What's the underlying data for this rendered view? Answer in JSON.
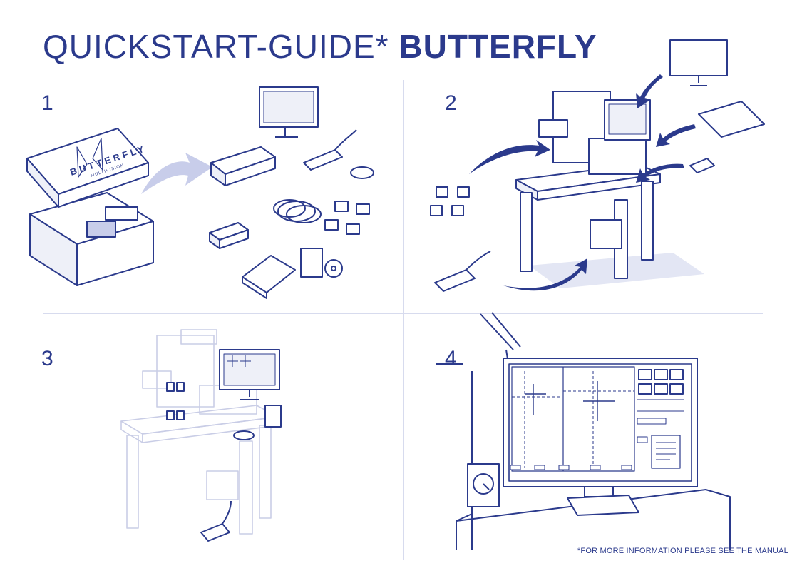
{
  "title": {
    "light": "QUICKSTART-GUIDE*",
    "bold": "BUTTERFLY"
  },
  "steps": [
    {
      "number": "1"
    },
    {
      "number": "2"
    },
    {
      "number": "3"
    },
    {
      "number": "4"
    }
  ],
  "box": {
    "brand": "BUTTERFLY",
    "sub": "MULTIVISION"
  },
  "footnote": "*FOR MORE INFORMATION PLEASE SEE THE MANUAL",
  "colors": {
    "ink": "#2b3a8c",
    "shade": "#c8cdea",
    "faded": "#c9cde6",
    "divider": "#d7dbee"
  }
}
